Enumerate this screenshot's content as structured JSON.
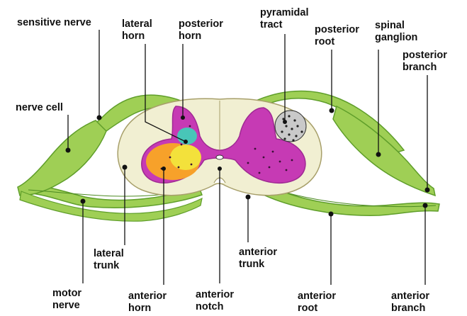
{
  "colors": {
    "background": "#ffffff",
    "cord_section": "#f1efd2",
    "gray_matter": "#c63ab4",
    "gray_matter_dark": "#9f2a93",
    "nerve_green": "#9fcf55",
    "nerve_green_dark": "#5f9e2a",
    "anterior_horn_orange": "#f7a12a",
    "anterior_horn_yellow": "#f3e13b",
    "lateral_horn_teal": "#48c6b8",
    "pyramidal_tract_gray": "#c9c9c9",
    "leader_line": "#111111"
  },
  "labels": {
    "sensitive_nerve": [
      "sensitive nerve"
    ],
    "lateral_horn": [
      "lateral",
      "horn"
    ],
    "posterior_horn": [
      "posterior",
      "horn"
    ],
    "pyramidal_tract": [
      "pyramidal",
      "tract"
    ],
    "posterior_root": [
      "posterior",
      "root"
    ],
    "spinal_ganglion": [
      "spinal",
      "ganglion"
    ],
    "posterior_branch": [
      "posterior",
      "branch"
    ],
    "nerve_cell": [
      "nerve cell"
    ],
    "lateral_trunk": [
      "lateral",
      "trunk"
    ],
    "anterior_trunk": [
      "anterior",
      "trunk"
    ],
    "motor_nerve": [
      "motor",
      "nerve"
    ],
    "anterior_horn": [
      "anterior",
      "horn"
    ],
    "anterior_notch": [
      "anterior",
      "notch"
    ],
    "anterior_root": [
      "anterior",
      "root"
    ],
    "anterior_branch": [
      "anterior",
      "branch"
    ]
  }
}
